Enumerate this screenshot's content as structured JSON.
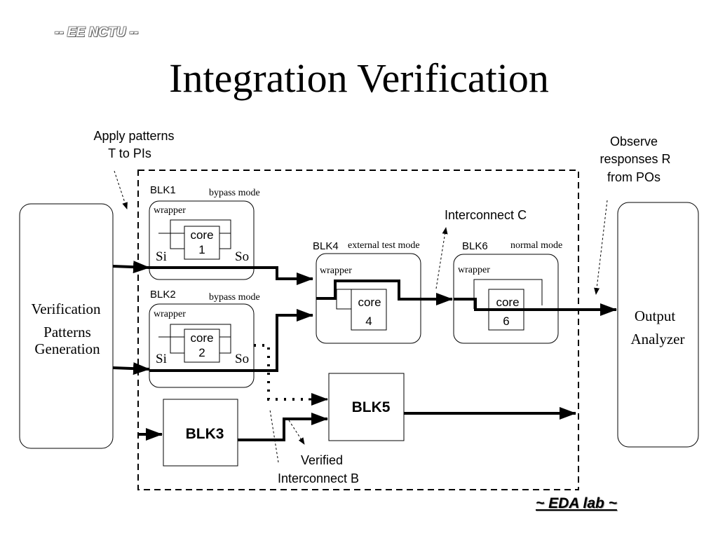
{
  "header_tag": "-- EE NCTU --",
  "title": "Integration Verification",
  "footer_tag": "~ EDA lab ~",
  "annotations": {
    "apply_line1": "Apply patterns",
    "apply_line2": "T to PIs",
    "observe_line1": "Observe",
    "observe_line2": "responses R",
    "observe_line3": "from POs",
    "interconnect_c": "Interconnect  C",
    "verified_line1": "Verified",
    "verified_line2": "Interconnect  B"
  },
  "left_box": {
    "line1": "Verification",
    "line2": "Patterns",
    "line3": "Generation"
  },
  "right_box": {
    "line1": "Output",
    "line2": "Analyzer"
  },
  "blocks": {
    "blk1": {
      "name": "BLK1",
      "mode": "bypass  mode",
      "wrapper": "wrapper",
      "core_line1": "core",
      "core_line2": "1",
      "si": "Si",
      "so": "So"
    },
    "blk2": {
      "name": "BLK2",
      "mode": "bypass  mode",
      "wrapper": "wrapper",
      "core_line1": "core",
      "core_line2": "2",
      "si": "Si",
      "so": "So"
    },
    "blk3": {
      "name": "BLK3"
    },
    "blk4": {
      "name": "BLK4",
      "mode": "external  test  mode",
      "wrapper": "wrapper",
      "core_line1": "core",
      "core_line2": "4"
    },
    "blk5": {
      "name": "BLK5"
    },
    "blk6": {
      "name": "BLK6",
      "mode": "normal  mode",
      "wrapper": "wrapper",
      "core_line1": "core",
      "core_line2": "6"
    }
  }
}
